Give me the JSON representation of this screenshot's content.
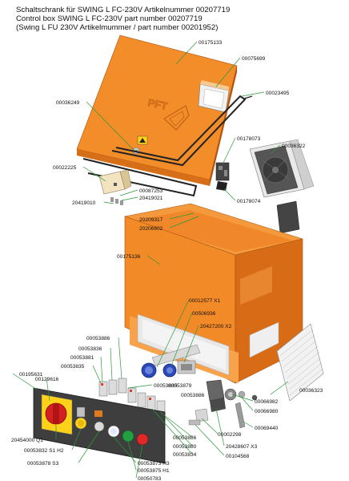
{
  "header": {
    "line1": "Schaltschrank für SWING L FC-230V Artikelnummer 00207719",
    "line2": "Control box SWING L FC-230V part number 00207719",
    "line3": "(Swing L FU 230V Artikelmummer / part number 00201952)"
  },
  "door": {
    "logo_text": "PFT"
  },
  "callouts": {
    "door": "00175133",
    "window": "00075699",
    "gasket": "00023495",
    "lock": "00036249",
    "filter_fan": "00036322",
    "hinge_a": "00178073",
    "hinge_b": "00178074",
    "terminal_block": "00022225",
    "din_small_a": "00087253",
    "din_small_b": "20419021",
    "din_small_c": "20419010",
    "screws_a": "20209317",
    "screws_b": "20206602",
    "enclosure": "00175136",
    "x1": "00012577 X1",
    "conn_body": "00506936",
    "x2": "20427200 X2",
    "c_00053886_a": "00053886",
    "c_00053836": "00053836",
    "c_00053881": "00053881",
    "c_00053835_a": "00053835",
    "c_00053835_b": "00053835",
    "c_00053879": "00053879",
    "c_00053886_b": "00053886",
    "grille": "00036323",
    "c_00195631": "00195631",
    "c_00129616": "00129616",
    "c_00066982": "00066982",
    "c_00066980": "00066980",
    "c_00069440": "00069440",
    "c_00002298": "00002298",
    "x3": "20428607 X3",
    "c_00104568": "00104568",
    "c_00053886_c": "00053886",
    "c_00053880": "00053880",
    "c_00053834": "00053834",
    "q1": "20454000 Q1",
    "h2": "00053832 S1 H2",
    "s3": "00053878 S3",
    "h3": "00053873 H3",
    "h1": "00053875 H1",
    "c_00050783": "00050783"
  }
}
